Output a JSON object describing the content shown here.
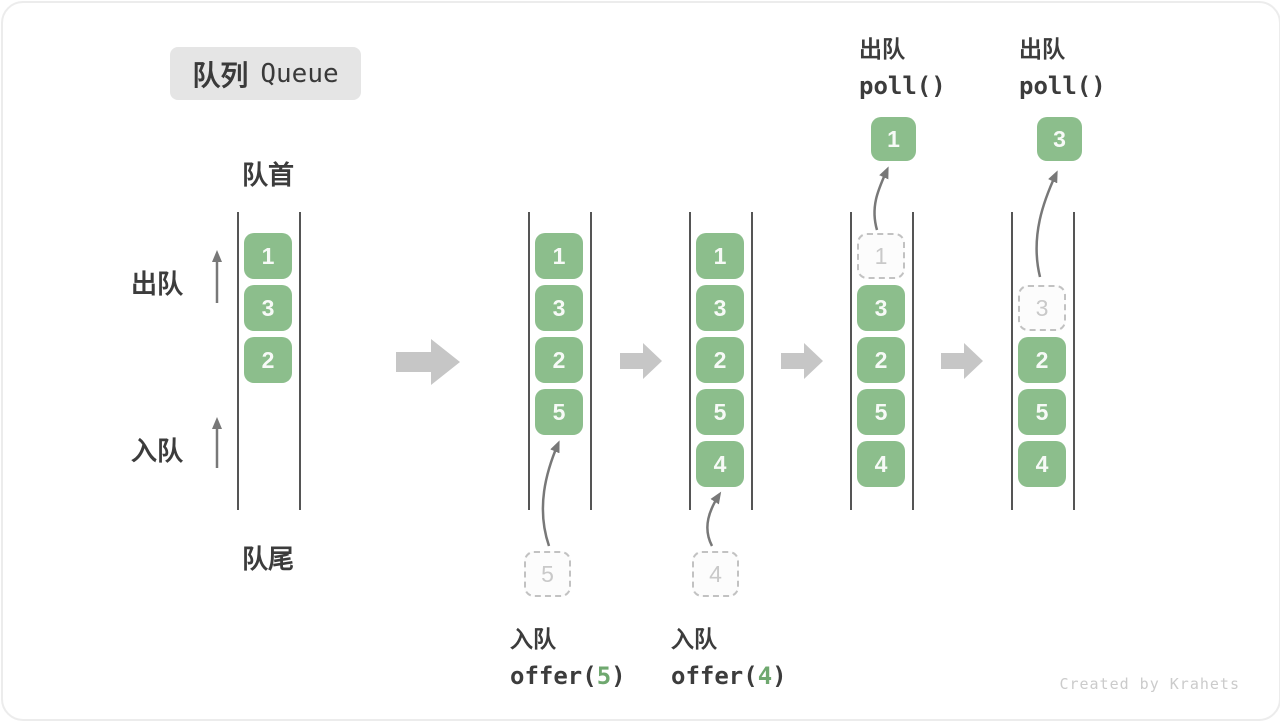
{
  "title": {
    "zh": "队列",
    "en": "Queue"
  },
  "side_labels": {
    "front": "队首",
    "rear": "队尾",
    "dequeue": "出队",
    "enqueue": "入队"
  },
  "queues": [
    {
      "cells": [
        {
          "value": "1",
          "style": "solid",
          "slot": 0
        },
        {
          "value": "3",
          "style": "solid",
          "slot": 1
        },
        {
          "value": "2",
          "style": "solid",
          "slot": 2
        }
      ]
    },
    {
      "cells": [
        {
          "value": "1",
          "style": "solid",
          "slot": 0
        },
        {
          "value": "3",
          "style": "solid",
          "slot": 1
        },
        {
          "value": "2",
          "style": "solid",
          "slot": 2
        },
        {
          "value": "5",
          "style": "solid",
          "slot": 3
        }
      ],
      "pending": {
        "value": "5"
      }
    },
    {
      "cells": [
        {
          "value": "1",
          "style": "solid",
          "slot": 0
        },
        {
          "value": "3",
          "style": "solid",
          "slot": 1
        },
        {
          "value": "2",
          "style": "solid",
          "slot": 2
        },
        {
          "value": "5",
          "style": "solid",
          "slot": 3
        },
        {
          "value": "4",
          "style": "solid",
          "slot": 4
        }
      ],
      "pending": {
        "value": "4"
      }
    },
    {
      "cells": [
        {
          "value": "1",
          "style": "ghost",
          "slot": 0
        },
        {
          "value": "3",
          "style": "solid",
          "slot": 1
        },
        {
          "value": "2",
          "style": "solid",
          "slot": 2
        },
        {
          "value": "5",
          "style": "solid",
          "slot": 3
        },
        {
          "value": "4",
          "style": "solid",
          "slot": 4
        }
      ],
      "polled": {
        "value": "1"
      }
    },
    {
      "cells": [
        {
          "value": "3",
          "style": "ghost",
          "slot": 1
        },
        {
          "value": "2",
          "style": "solid",
          "slot": 2
        },
        {
          "value": "5",
          "style": "solid",
          "slot": 3
        },
        {
          "value": "4",
          "style": "solid",
          "slot": 4
        }
      ],
      "polled": {
        "value": "3"
      }
    }
  ],
  "operations": {
    "enqueue5": {
      "label": "入队",
      "code_before": "offer(",
      "arg": "5",
      "code_after": ")"
    },
    "enqueue4": {
      "label": "入队",
      "code_before": "offer(",
      "arg": "4",
      "code_after": ")"
    },
    "poll1": {
      "label": "出队",
      "code": "poll()"
    },
    "poll2": {
      "label": "出队",
      "code": "poll()"
    }
  },
  "watermark": "Created by Krahets",
  "colors": {
    "cell_green": "#8cbe8c",
    "arg_green": "#6fa86f",
    "text_dark": "#3c3c3c",
    "block_arrow": "#c6c6c6",
    "ghost_border": "#c2c2c2",
    "ghost_text": "#c9c9c9",
    "badge_bg": "#e5e5e5"
  }
}
